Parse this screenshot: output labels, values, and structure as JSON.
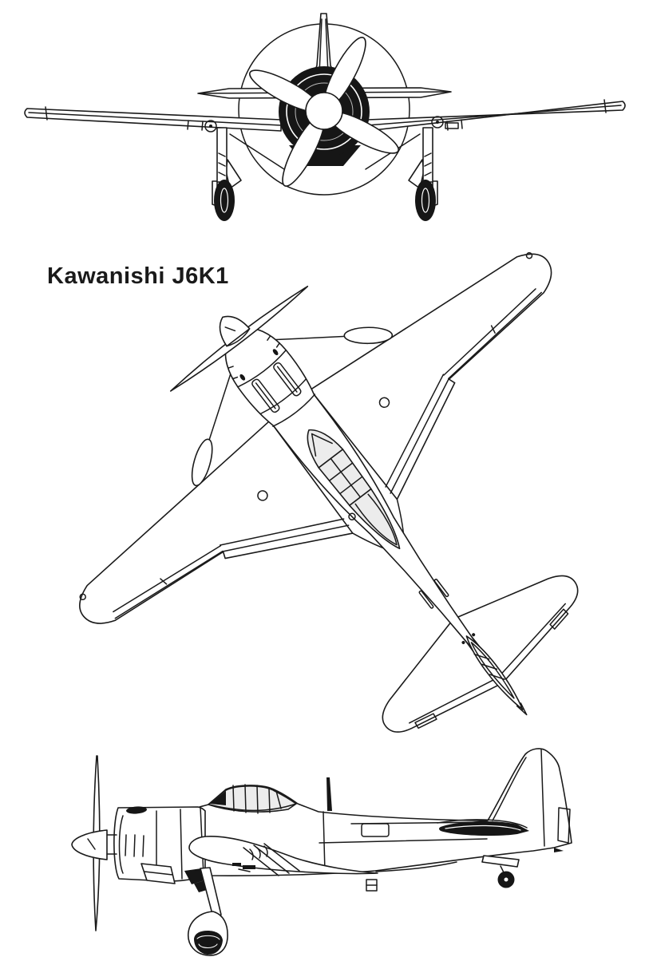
{
  "title": "Kawanishi J6K1",
  "colors": {
    "background": "#ffffff",
    "ink": "#1a1a1a",
    "dark_fill": "#161616",
    "canopy_glass": "#ececec"
  },
  "drawing": {
    "subject": "Kawanishi J6K1",
    "style": "three-view line drawing",
    "views": [
      {
        "id": "front-view",
        "position": "top"
      },
      {
        "id": "top-view",
        "position": "middle"
      },
      {
        "id": "side-view",
        "position": "bottom"
      }
    ]
  }
}
